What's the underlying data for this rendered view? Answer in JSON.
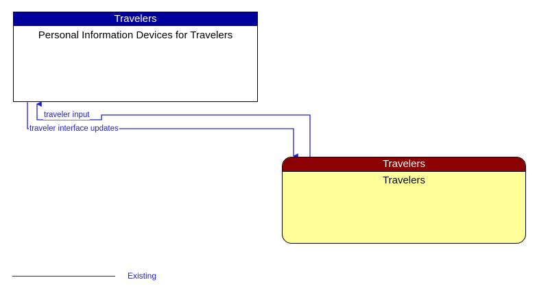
{
  "diagram": {
    "type": "its-context-diagram",
    "palette": {
      "flow_blue": "#2020CC",
      "pobject_header_blue": "#00009B",
      "stakeholder_header_red": "#8B0000",
      "stakeholder_body_yellow": "#FFFF99",
      "outline_black": "#000000",
      "canvas_white": "#FFFFFF"
    },
    "nodes": [
      {
        "id": "personal-information-devices-for-travelers",
        "header": "Travelers",
        "title": "Personal Information Devices for Travelers",
        "shape": "rectangle",
        "header_color": "#00009B",
        "body_color": "#FFFFFF"
      },
      {
        "id": "travelers",
        "header": "Travelers",
        "title": "Travelers",
        "shape": "rounded-rectangle",
        "header_color": "#8B0000",
        "body_color": "#FFFF99"
      }
    ],
    "flows": [
      {
        "id": "traveler-input",
        "label": "traveler input",
        "from": "travelers",
        "to": "personal-information-devices-for-travelers",
        "direction": "up",
        "status": "Existing",
        "color": "#2020CC"
      },
      {
        "id": "traveler-interface-updates",
        "label": "traveler interface updates",
        "from": "personal-information-devices-for-travelers",
        "to": "travelers",
        "direction": "down",
        "status": "Existing",
        "color": "#2020CC"
      }
    ],
    "legend": {
      "entries": [
        {
          "id": "existing",
          "label": "Existing",
          "style": "solid",
          "color": "#2020CC"
        }
      ]
    }
  }
}
